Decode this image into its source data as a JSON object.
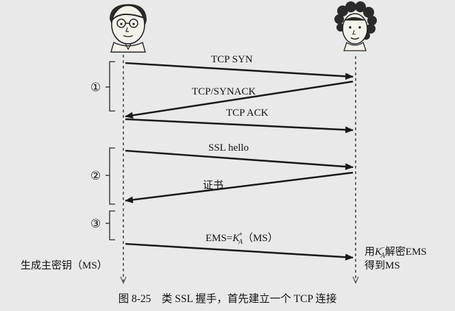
{
  "messages": {
    "tcp_syn": "TCP SYN",
    "tcp_synack": "TCP/SYNACK",
    "tcp_ack": "TCP ACK",
    "ssl_hello": "SSL hello",
    "certificate": "证书",
    "ems_prefix": "EMS=",
    "ems_key": "K",
    "ems_key_sub": "A",
    "ems_key_sup": "+",
    "ems_suffix": "（MS）"
  },
  "steps": {
    "step1": "①",
    "step2": "②",
    "step3": "③"
  },
  "notes": {
    "client_generate": "生成主密钥（MS）",
    "server_decrypt_prefix": "用",
    "server_decrypt_key": "K",
    "server_decrypt_sub": "A",
    "server_decrypt_sup": "−",
    "server_decrypt_suffix": "解密EMS",
    "server_obtain": "得到MS"
  },
  "caption": "图 8-25　类 SSL 握手，首先建立一个 TCP 连接"
}
